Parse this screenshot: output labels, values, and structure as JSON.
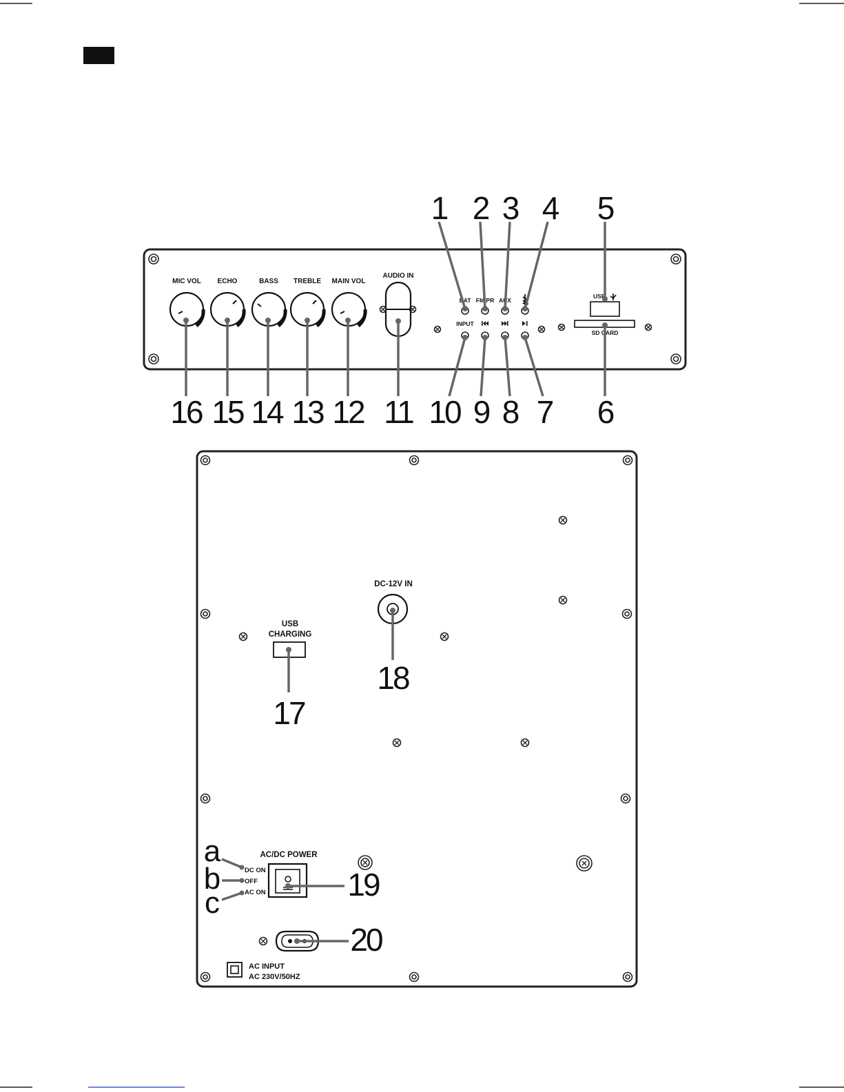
{
  "top_panel": {
    "knobs": [
      "MIC VOL",
      "ECHO",
      "BASS",
      "TREBLE",
      "MAIN VOL"
    ],
    "audio_in": "AUDIO IN",
    "mode_buttons": [
      "BAT",
      "FM/PR",
      "AUX"
    ],
    "bluetooth_icon": "bluetooth-icon",
    "input_label": "INPUT",
    "transport_icons": [
      "previous-track-icon",
      "next-track-icon",
      "play-pause-icon"
    ],
    "usb_label": "USB",
    "sd_label": "SD CARD"
  },
  "bottom_panel": {
    "usb_charging_1": "USB",
    "usb_charging_2": "CHARGING",
    "dc_in": "DC-12V IN",
    "power_title": "AC/DC POWER",
    "switch_positions": [
      "DC ON",
      "OFF",
      "AC ON"
    ],
    "ac_input_1": "AC INPUT",
    "ac_input_2": "AC 230V/50HZ"
  },
  "callouts": {
    "top_row": [
      "1",
      "2",
      "3",
      "4",
      "5"
    ],
    "bottom_row": [
      "16",
      "15",
      "14",
      "13",
      "12",
      "11",
      "10",
      "9",
      "8",
      "7",
      "6"
    ],
    "panel2": [
      "17",
      "18",
      "19",
      "20"
    ],
    "letters": [
      "a",
      "b",
      "c"
    ]
  }
}
